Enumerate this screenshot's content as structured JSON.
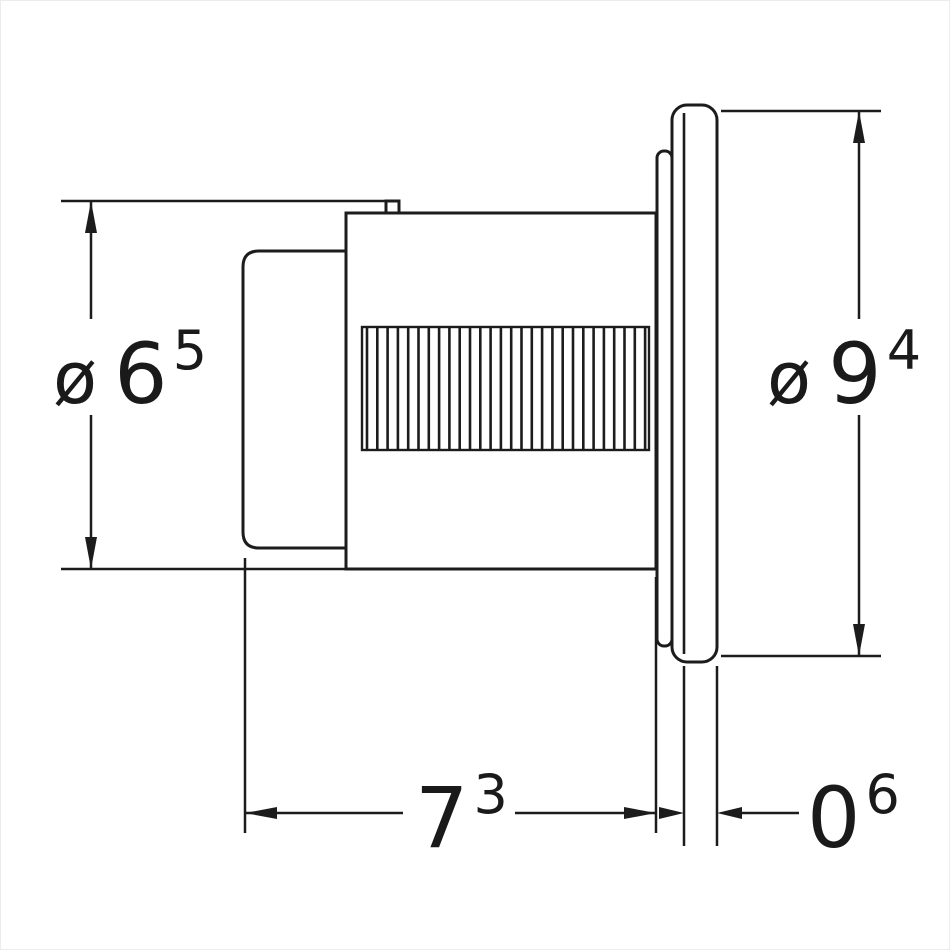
{
  "drawing": {
    "dimensions": {
      "diameter_left": {
        "prefix": "ø",
        "main": "6",
        "sup": "5"
      },
      "diameter_right": {
        "prefix": "ø",
        "main": "9",
        "sup": "4"
      },
      "length_body": {
        "main": "7",
        "sup": "3"
      },
      "thickness_plate": {
        "main": "0",
        "sup": "6"
      }
    },
    "colors": {
      "line": "#1c1c1c",
      "background": "#ffffff"
    }
  }
}
